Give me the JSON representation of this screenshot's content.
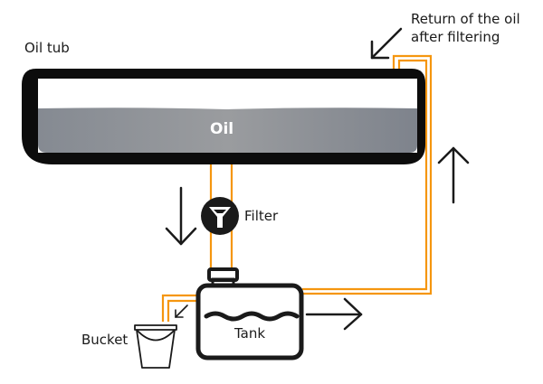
{
  "labels": {
    "oil_tub": "Oil tub",
    "oil": "Oil",
    "filter": "Filter",
    "tank": "Tank",
    "bucket": "Bucket",
    "return_line1": "Return of the oil",
    "return_line2": "after filtering"
  },
  "colors": {
    "pipe": "#f5960f",
    "outline": "#111111",
    "oil_fill": "#8e9399",
    "background": "#ffffff"
  }
}
